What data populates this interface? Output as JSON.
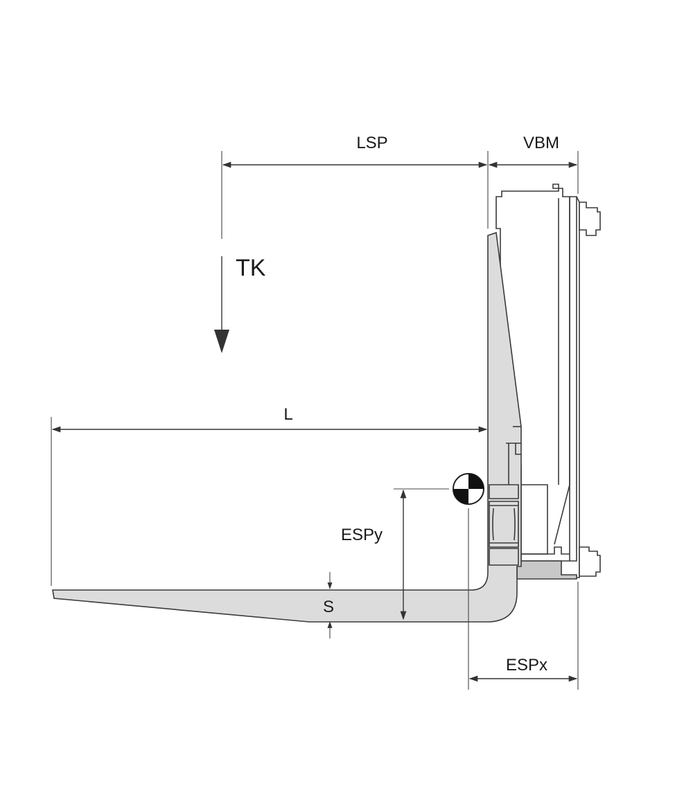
{
  "labels": {
    "lsp": "LSP",
    "vbm": "VBM",
    "tk": "TK",
    "l": "L",
    "espy": "ESPy",
    "s": "S",
    "espx": "ESPx"
  }
}
